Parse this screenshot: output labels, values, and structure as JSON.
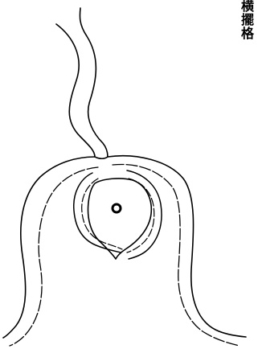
{
  "figure": {
    "caption_chars": [
      "横",
      "擺",
      "格"
    ],
    "ink_color": "#000000",
    "paper_color": "#ffffff"
  }
}
